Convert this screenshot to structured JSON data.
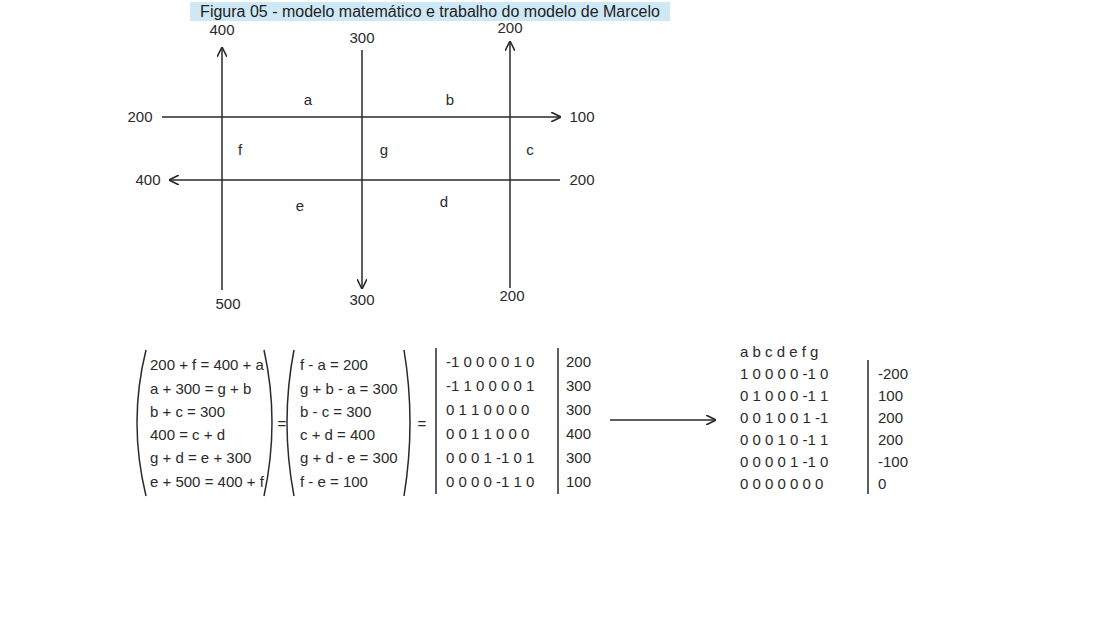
{
  "diagram": {
    "title": "Figura 05 - modelo matemático e trabalho do modelo de Marcelo",
    "labels": [
      "400",
      "300",
      "200",
      "200",
      "a",
      "b",
      "100",
      "f",
      "g",
      "c",
      "400",
      "200",
      "e",
      "d",
      "500",
      "300",
      "200",
      "200 + f = 400 + a",
      "a + 300 = g + b",
      "b + c = 300",
      "400 = c + d",
      "g + d = e + 300",
      "e + 500 = 400 + f",
      "=",
      "f - a = 200",
      "g + b - a = 300",
      "b - c = 300",
      "c + d = 400",
      "g + d - e = 300",
      "f - e = 100",
      "=",
      "-1 0 0 0 0 1 0",
      "-1 1 0 0 0 0 1",
      "0 1 1 0 0 0 0",
      "0 0 1 1 0 0 0",
      "0 0 0 1 -1 0 1",
      "0 0 0 0 -1 1 0",
      "200",
      "300",
      "300",
      "400",
      "300",
      "100",
      "a b c d e f g",
      "1 0 0 0 0 -1 0",
      "0 1 0 0 0 -1 1",
      "0 0 1 0 0 1 -1",
      "0 0 0 1 0 -1 1",
      "0 0 0 0 1 -1 0",
      "0 0 0 0 0 0 0",
      "-200",
      "100",
      "200",
      "200",
      "-100",
      "0"
    ]
  }
}
